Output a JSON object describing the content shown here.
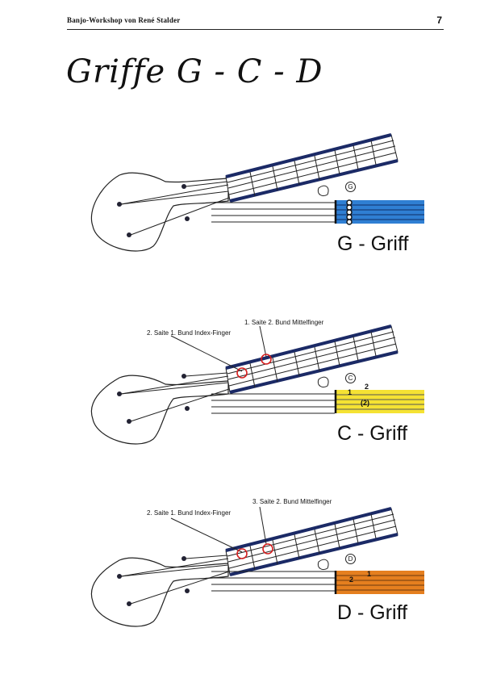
{
  "header": {
    "title": "Banjo-Workshop von René Stalder",
    "page": "7"
  },
  "title": "Griffe G - C - D",
  "sections": [
    {
      "chord": "G - Griff",
      "letter": "G",
      "color": "#2f7fd3",
      "annotations": []
    },
    {
      "chord": "C - Griff",
      "letter": "C",
      "color": "#f5e233",
      "annotations": [
        "1. Saite 2. Bund Mittelfinger",
        "2. Saite 1. Bund Index-Finger"
      ],
      "tab": [
        "1",
        "2",
        "(2)"
      ]
    },
    {
      "chord": "D - Griff",
      "letter": "D",
      "color": "#e57f1f",
      "annotations": [
        "3. Saite 2. Bund Mittelfinger",
        "2. Saite 1. Bund Index-Finger"
      ],
      "tab": [
        "2",
        "1"
      ]
    }
  ]
}
